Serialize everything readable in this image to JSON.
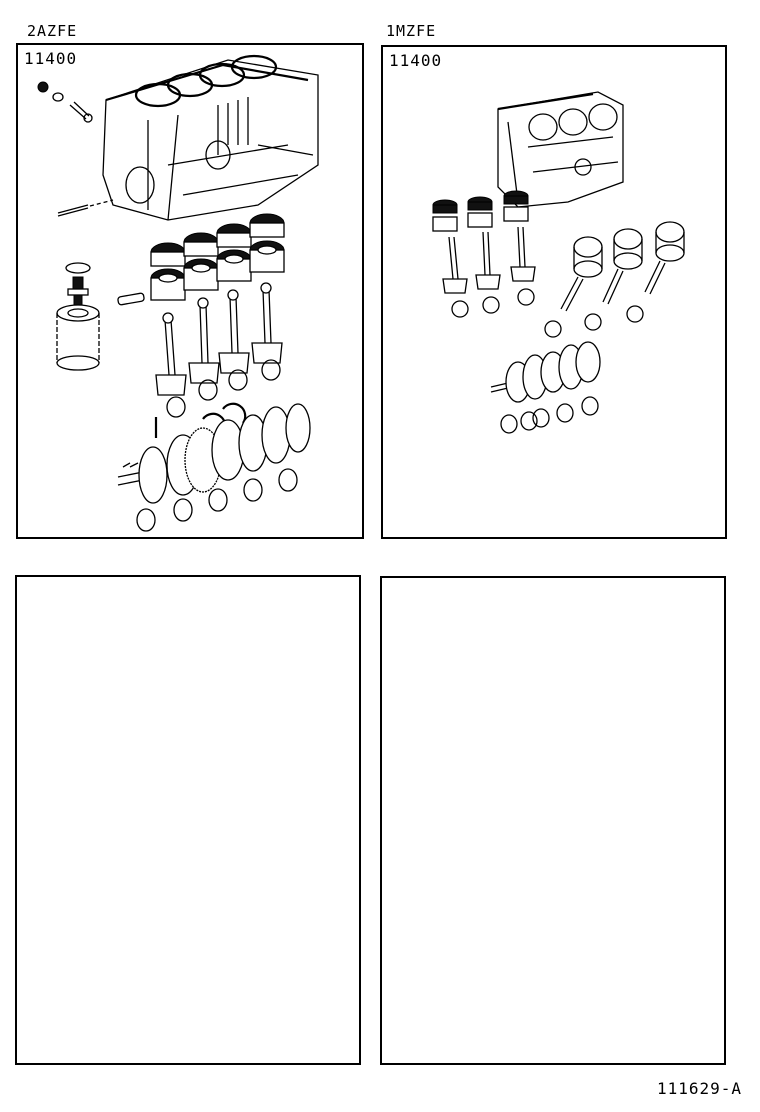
{
  "diagram": {
    "footer_code": "111629-A",
    "panels": [
      {
        "engine": "2AZFE",
        "part_code": "11400",
        "illustration": "exploded-view-inline4-short-block",
        "components": [
          "cylinder-block",
          "stud-bolt",
          "nut",
          "washer",
          "union-bolt",
          "oil-filter-union",
          "oil-filter",
          "pistons-x4",
          "piston-rings",
          "piston-pin",
          "connecting-rods-x4",
          "rod-bearings",
          "thrust-washers",
          "crankshaft",
          "crankshaft-key",
          "main-bearings"
        ]
      },
      {
        "engine": "1MZFE",
        "part_code": "11400",
        "illustration": "exploded-view-v6-short-block",
        "components": [
          "cylinder-block",
          "pistons-x6",
          "piston-rings",
          "connecting-rods-x6",
          "rod-bearings",
          "crankshaft",
          "main-bearings"
        ]
      },
      {
        "engine": "",
        "part_code": "",
        "illustration": "empty"
      },
      {
        "engine": "",
        "part_code": "",
        "illustration": "empty"
      }
    ]
  }
}
